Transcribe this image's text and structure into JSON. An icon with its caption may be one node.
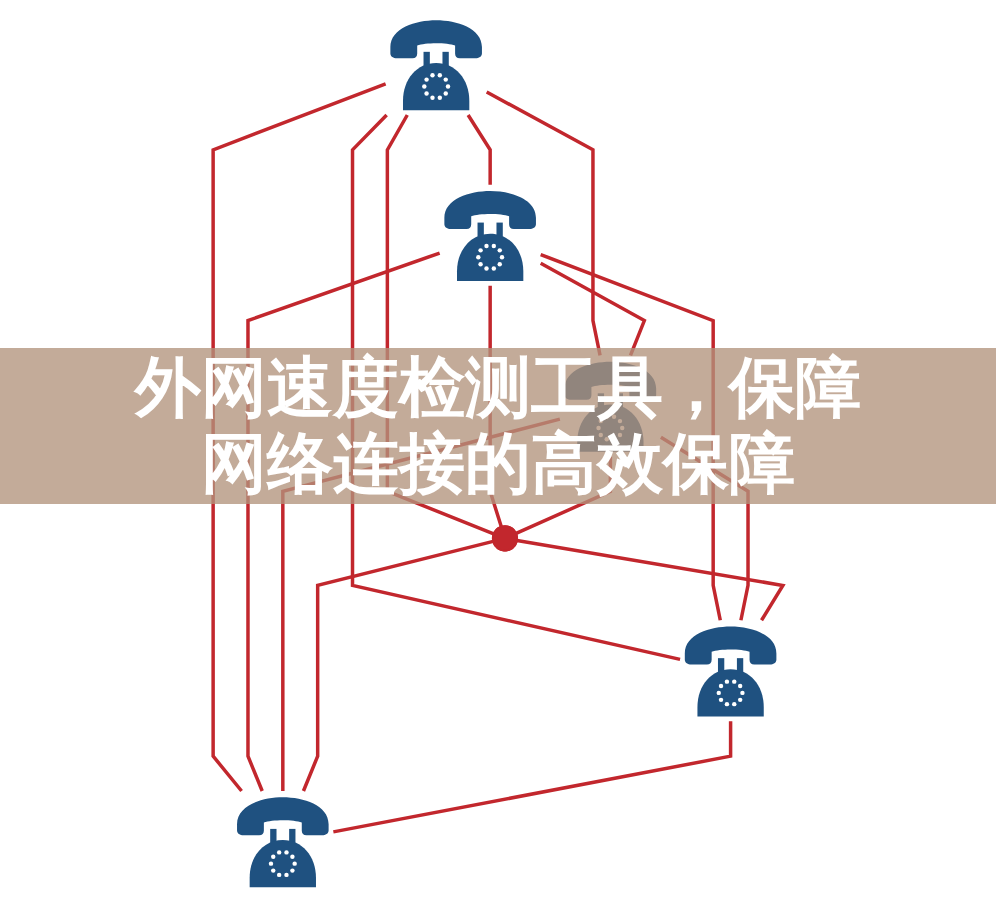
{
  "diagram": {
    "title": "外网速度检测工具，保障网络连接的高效保障",
    "nodes": [
      {
        "text": [],
        "shape": "telephone"
      },
      {
        "text": [],
        "shape": "telephone"
      },
      {
        "text": [],
        "shape": "telephone"
      },
      {
        "text": [],
        "shape": "point"
      },
      {
        "text": [],
        "shape": "telephone"
      },
      {
        "text": [],
        "shape": "telephone"
      }
    ],
    "edges": [
      {
        "from": 0,
        "to": 1,
        "arrow": "none"
      },
      {
        "from": 0,
        "to": 2,
        "arrow": "none"
      },
      {
        "from": 0,
        "to": 3,
        "arrow": "none"
      },
      {
        "from": 0,
        "to": 4,
        "arrow": "none"
      },
      {
        "from": 0,
        "to": 5,
        "arrow": "none"
      },
      {
        "from": 1,
        "to": 2,
        "arrow": "none"
      },
      {
        "from": 1,
        "to": 3,
        "arrow": "none"
      },
      {
        "from": 1,
        "to": 4,
        "arrow": "none"
      },
      {
        "from": 1,
        "to": 5,
        "arrow": "none"
      },
      {
        "from": 2,
        "to": 3,
        "arrow": "none"
      },
      {
        "from": 2,
        "to": 4,
        "arrow": "none"
      },
      {
        "from": 2,
        "to": 5,
        "arrow": "none"
      },
      {
        "from": 3,
        "to": 4,
        "arrow": "none"
      },
      {
        "from": 3,
        "to": 5,
        "arrow": "none"
      },
      {
        "from": 4,
        "to": 5,
        "arrow": "none"
      }
    ]
  }
}
